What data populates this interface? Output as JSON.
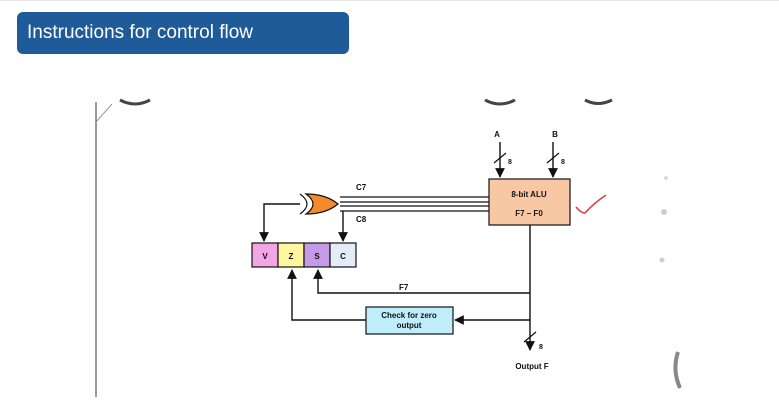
{
  "slide": {
    "title": "Instructions for control flow"
  },
  "diagram": {
    "input_a": "A",
    "input_b": "B",
    "bus_width_a": "8",
    "bus_width_b": "8",
    "alu_title": "8-bit ALU",
    "alu_outputs": "F7 – F0",
    "carry7": "C7",
    "carry8": "C8",
    "flag_v": "V",
    "flag_z": "Z",
    "flag_s": "S",
    "flag_c": "C",
    "sign_line": "F7",
    "zero_check_line1": "Check for zero",
    "zero_check_line2": "output",
    "output_width": "8",
    "output_label": "Output F",
    "colors": {
      "alu_fill": "#f8c8a4",
      "flag_v": "#f2a6e6",
      "flag_z": "#fff6a0",
      "flag_s": "#c59ae6",
      "flag_c": "#e4ecf8",
      "zero_check_fill": "#bfeefa",
      "xor_fill": "#f58a2c",
      "annotation_check": "#e23b3b",
      "title_bg": "#1f5b99"
    }
  }
}
